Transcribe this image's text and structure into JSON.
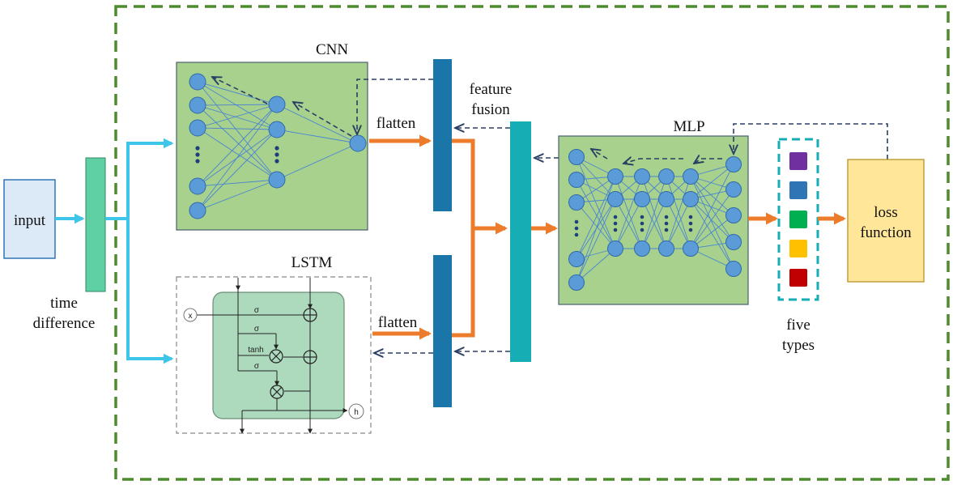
{
  "input": {
    "label": "input"
  },
  "time_difference": {
    "line1": "time",
    "line2": "difference"
  },
  "cnn": {
    "title": "CNN"
  },
  "lstm": {
    "title": "LSTM",
    "x": "x",
    "h": "h",
    "sigma": "σ",
    "tanh": "tanh"
  },
  "flatten": {
    "top": "flatten",
    "bottom": "flatten"
  },
  "feature_fusion": {
    "line1": "feature",
    "line2": "fusion"
  },
  "mlp": {
    "title": "MLP"
  },
  "five_types": {
    "line1": "five",
    "line2": "types",
    "colors": [
      "#7030a0",
      "#2e75b6",
      "#00b050",
      "#ffc000",
      "#c00000"
    ]
  },
  "loss": {
    "line1": "loss",
    "line2": "function"
  },
  "colors": {
    "frame": "#4e8a2e",
    "panel": "#a9d18e",
    "lstm_cell": "#add9bd",
    "input_box": "#dce9f7",
    "time_bar": "#5fd0a4",
    "flatten_bar": "#1a75a8",
    "fusion_bar": "#16adb4",
    "loss_box": "#ffe699",
    "cyan_arrow": "#3ec6ea",
    "orange_arrow": "#ec7b2b"
  }
}
